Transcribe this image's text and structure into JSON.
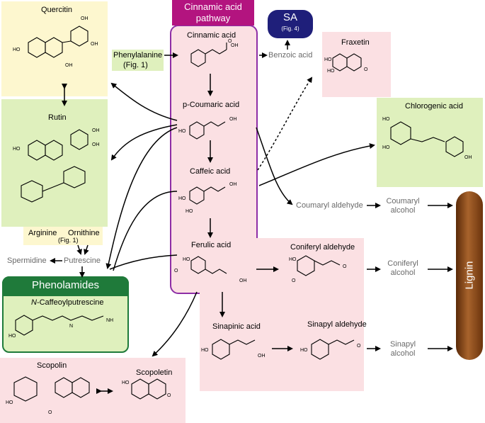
{
  "header": {
    "pathway_line1": "Cinnamic acid",
    "pathway_line2": "pathway",
    "sa_label": "SA",
    "sa_ref": "(Fig. 4)"
  },
  "pathway": {
    "cinnamic": "Cinnamic acid",
    "coumaric": "p-Coumaric acid",
    "caffeic": "Caffeic acid",
    "ferulic": "Ferulic acid"
  },
  "left": {
    "quercitin": "Quercitin",
    "rutin": "Rutin",
    "arginine": "Arginine",
    "ornithine": "Ornithine",
    "fig1_small": "(Fig. 1)",
    "spermidine": "Spermidine",
    "putrescine": "Putrescine",
    "phenolamides": "Phenolamides",
    "caffeoylputrescine_prefix": "N",
    "caffeoylputrescine": "-Caffeoylputrescine",
    "scopolin": "Scopolin",
    "scopoletin": "Scopoletin"
  },
  "phenylalanine": {
    "name": "Phenylalanine",
    "ref": "(Fig. 1)"
  },
  "right": {
    "benzoic": "Benzoic acid",
    "fraxetin": "Fraxetin",
    "chlorogenic": "Chlorogenic acid",
    "coumaryl_aldehyde": "Coumaryl aldehyde",
    "coumaryl_alcohol_1": "Coumaryl",
    "coumaryl_alcohol_2": "alcohol",
    "coniferyl_aldehyde": "Coniferyl aldehyde",
    "coniferyl_alcohol_1": "Coniferyl",
    "coniferyl_alcohol_2": "alcohol",
    "sinapinic": "Sinapinic acid",
    "sinapyl_aldehyde": "Sinapyl aldehyde",
    "sinapyl_alcohol_1": "Sinapyl",
    "sinapyl_alcohol_2": "alcohol",
    "lignin": "Lignin"
  },
  "colors": {
    "pathway_border": "#8e2ea6",
    "pathway_header": "#b3147f",
    "sa_fill": "#1f1f7a",
    "phenolamides_fill": "#1f7a3a",
    "lignin_fill": "#7a3e12",
    "yellow_box": "#fdf7cf",
    "green_box": "#dff0bd",
    "pink_box": "#fbe0e3"
  }
}
